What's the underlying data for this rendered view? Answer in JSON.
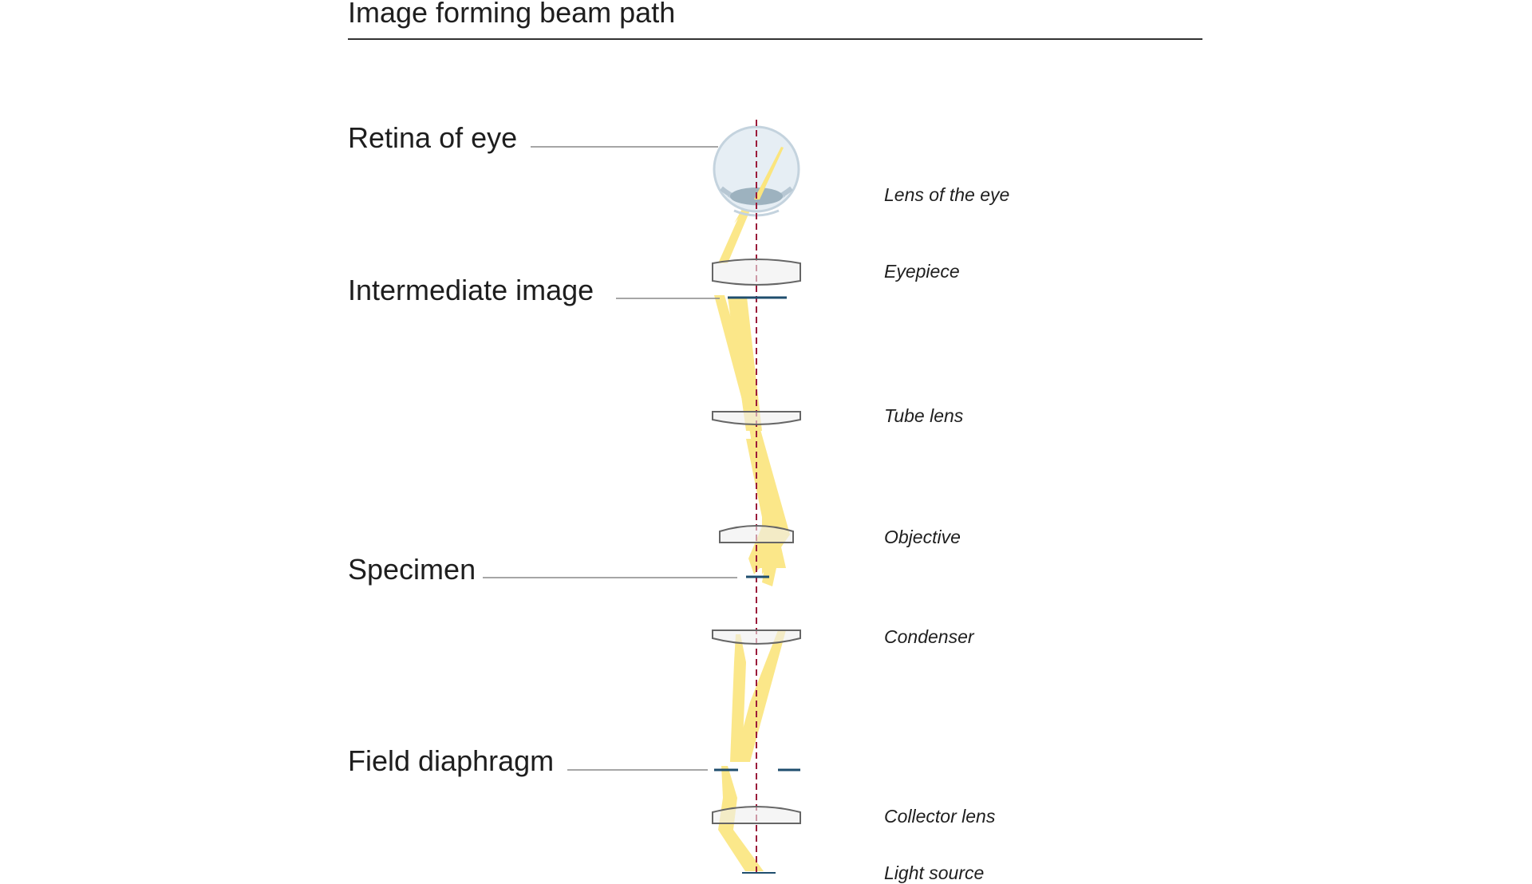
{
  "title": "Image forming beam path",
  "left_labels": {
    "retina": "Retina of eye",
    "intermediate": "Intermediate image",
    "specimen": "Specimen",
    "field_diaphragm": "Field diaphragm"
  },
  "right_labels": {
    "eye_lens": "Lens of the eye",
    "eyepiece": "Eyepiece",
    "tube_lens": "Tube lens",
    "objective": "Objective",
    "condenser": "Condenser",
    "collector": "Collector lens",
    "light_source": "Light source"
  },
  "colors": {
    "beam": "#fbe57d",
    "axis": "#9b1b3a",
    "diaphragm": "#1f4e6e",
    "lens_fill": "#eeeeee",
    "lens_stroke": "#666666",
    "leader": "#888888"
  }
}
